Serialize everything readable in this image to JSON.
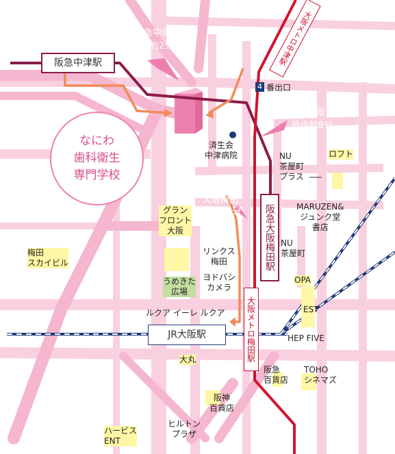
{
  "colors": {
    "road": "#f5b6cf",
    "road_light": "#f9d0df",
    "hankyu_line": "#8a1c48",
    "metro_line": "#d01530",
    "walk_route": "#f08c5a",
    "bubble": "#ee80b0",
    "school_border": "#ee80b0",
    "jr_line": "#1f3a7a"
  },
  "stations": {
    "hankyu_nakatsu": "阪急中津駅",
    "jr_osaka": "JR大阪駅",
    "hankyu_umeda": "阪急大阪梅田駅",
    "metro_nakatsu": "大阪メトロ中津駅",
    "metro_umeda": "大阪メトロ梅田駅"
  },
  "exit": {
    "number": "4",
    "label": "番出口"
  },
  "school": "なにわ\n歯科衛生\n専門学校",
  "bubbles": {
    "nakatsu_walk": "阪急中津\n徒歩約2分",
    "jr_walk": "JR大阪\n徒歩約8分",
    "umeda_walk": "阪急\n大阪梅田\n徒歩約8分"
  },
  "landmarks": {
    "saiseikai": "済生会\n中津病院",
    "loft": "ロフト",
    "nu_plus": "NU\n茶屋町\nプラス",
    "maruzen": "MARUZEN&\nジュンク堂\n書店",
    "nu_chayamachi": "NU\n茶屋町",
    "grand_front": "グラン\nフロント\n大阪",
    "links": "リンクス\n梅田",
    "yodobashi": "ヨドバシ\nカメラ",
    "umekita": "うめきた\n広場",
    "sky_building": "梅田\nスカイビル",
    "opa": "OPA",
    "est": "EST",
    "hep_five": "HEP FIVE",
    "lucua": "ルクア イーレ ルクア",
    "daimaru": "大丸",
    "toho": "TOHO\nシネマズ",
    "hankyu_dept": "阪急\n百貨店",
    "hanshin_dept": "阪神\n百貨店",
    "hilton": "ヒルトン\nプラザ",
    "herbis": "ハービス\nENT"
  }
}
